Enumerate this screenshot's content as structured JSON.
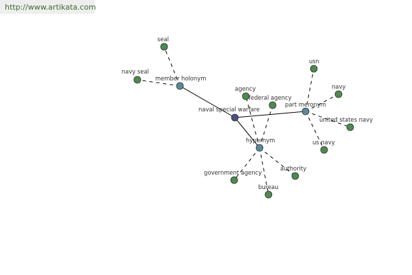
{
  "header": {
    "url": "http://www.artikata.com"
  },
  "colors": {
    "center": "#4a4f8a",
    "relation": "#5a8a9a",
    "leaf": "#4f8a4f",
    "node_stroke": "#2f2f2f",
    "edge": "#000000"
  },
  "nodes": [
    {
      "id": "center",
      "label": "naval special warfare",
      "kind": "center"
    },
    {
      "id": "member-holonym",
      "label": "member holonym",
      "kind": "relation"
    },
    {
      "id": "hypernym",
      "label": "hypernym",
      "kind": "relation"
    },
    {
      "id": "part-meronym",
      "label": "part meronym",
      "kind": "relation"
    },
    {
      "id": "seal",
      "label": "seal",
      "kind": "leaf"
    },
    {
      "id": "navy-seal",
      "label": "navy seal",
      "kind": "leaf"
    },
    {
      "id": "agency",
      "label": "agency",
      "kind": "leaf"
    },
    {
      "id": "federal-agency",
      "label": "federal agency",
      "kind": "leaf"
    },
    {
      "id": "government-agency",
      "label": "government agency",
      "kind": "leaf"
    },
    {
      "id": "authority",
      "label": "authority",
      "kind": "leaf"
    },
    {
      "id": "bureau",
      "label": "bureau",
      "kind": "leaf"
    },
    {
      "id": "usn",
      "label": "usn",
      "kind": "leaf"
    },
    {
      "id": "navy",
      "label": "navy",
      "kind": "leaf"
    },
    {
      "id": "united-states-navy",
      "label": "united states navy",
      "kind": "leaf"
    },
    {
      "id": "us-navy",
      "label": "us navy",
      "kind": "leaf"
    }
  ],
  "edges": [
    {
      "from": "center",
      "to": "member-holonym",
      "style": "solid"
    },
    {
      "from": "center",
      "to": "hypernym",
      "style": "solid"
    },
    {
      "from": "center",
      "to": "part-meronym",
      "style": "solid"
    },
    {
      "from": "member-holonym",
      "to": "seal",
      "style": "dashed"
    },
    {
      "from": "member-holonym",
      "to": "navy-seal",
      "style": "dashed"
    },
    {
      "from": "hypernym",
      "to": "agency",
      "style": "dashed"
    },
    {
      "from": "hypernym",
      "to": "federal-agency",
      "style": "dashed"
    },
    {
      "from": "hypernym",
      "to": "government-agency",
      "style": "dashed"
    },
    {
      "from": "hypernym",
      "to": "authority",
      "style": "dashed"
    },
    {
      "from": "hypernym",
      "to": "bureau",
      "style": "dashed"
    },
    {
      "from": "part-meronym",
      "to": "usn",
      "style": "dashed"
    },
    {
      "from": "part-meronym",
      "to": "navy",
      "style": "dashed"
    },
    {
      "from": "part-meronym",
      "to": "united-states-navy",
      "style": "dashed"
    },
    {
      "from": "part-meronym",
      "to": "us-navy",
      "style": "dashed"
    }
  ]
}
